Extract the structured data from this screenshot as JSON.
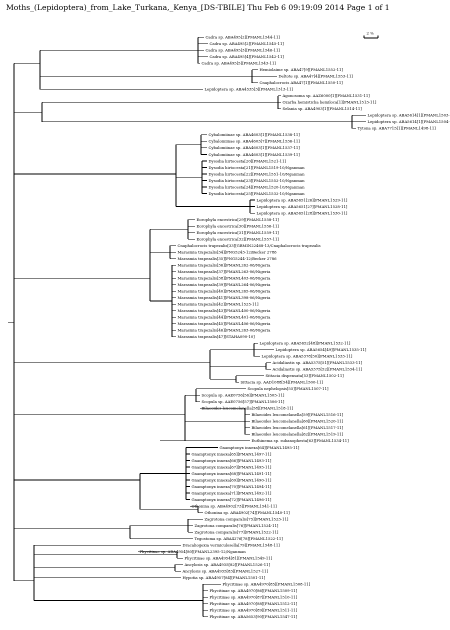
{
  "header": {
    "title": "Moths_(Lepidoptera)_from_Lake_Turkana,_Kenya_[DS-TBILE]  Thu Feb  6 09:19:09 2014  Page 1 of 1"
  },
  "scale_bar": {
    "label": "2 %"
  },
  "tips": [
    "Cadra sp. ABA495[2][PMANL1544-11]",
    "Cadra sp. ABA495[2][PMANL1545-11]",
    "Cadra sp. ABA495[3][PMANL1546-11]",
    "Cadra sp. ABA495[4][PMANL1542-11]",
    "Cadra sp. ABA495[5][PMANL1543-11]",
    "Hemiolaime sp. ABA47[9][PMANL1552-11]",
    "Deltote sp. ABA47[4][PMANL1553-11]",
    "Cnaphalocrocis ABA47[1][PMANL1550-11]",
    "Lepidoptera sp. ABA4535[3][PMANL1313-11]",
    "Agonosoma sp. AAZ6000[1][PMANL1531-11]",
    "Ozarba hemisticha hemiloca[1][PMANL1513-11]",
    "Selania sp. ABA4903[1][PMANL1514-11]",
    "Lepidoptera sp. ABA5614[1][PMANL1503-11]",
    "Lepidoptera sp. ABA5614[1][PMANL1504-11]",
    "Tytona sp. ABA7715[1][PMANL1498-11]",
    "Cybalomiinae sp. ABA4603[1][PMANL1538-11]",
    "Cybalomiinae sp. ABA4603[7][PMANL1536-11]",
    "Cybalomiinae sp. ABA4603[1][PMANL1537-11]",
    "Cybalomiinae sp. ABA4603[1][PMANL1539-11]",
    "Dysodia hirtocesta[20][PMANL1521-11]",
    "Dysodia hirtocesta[21][PMANL1519-10/Nganman",
    "Dysodia hirtocesta[22][PMANL1551-10/Nganman",
    "Dysodia hirtocesta[23][PMANL1552-10/Nganman",
    "Dysodia hirtocesta[24][PMANL1520-10/Nganman",
    "Dysodia hirtocesta[25][PMANL1532-10/Nganman",
    "Lepidoptera sp. ABA5651[26][PMANL1529-11]",
    "Lepidoptera sp. ABA5651[27][PMANL1528-11]",
    "Lepidoptera sp. ABA5651[28][PMANL1530-11]",
    "Eorophyla encestrica[29][PMANL1558-11]",
    "Eorophyla encestrica[30][PMANL1556-11]",
    "Eorophyla encestrica[31][PMANL1559-11]",
    "Eorophyla encestrica[32][PMANL1557-11]",
    "Cnaphalocrocis trapezalis[33][GBMIN22468-13/Cnaphalocrocis trapezalis",
    "Marasmia trapezalis[34][PNG5243-12/Becker 2786",
    "Marasmia trapezalis[35][PNG5244-12/Becker 2786",
    "Marasmia trapezalis[36][PMANL262-06/Nigeria",
    "Marasmia trapezalis[37][PMANL263-06/Nigeria",
    "Marasmia trapezalis[38][PMANL403-06/Nigeria",
    "Marasmia trapezalis[39][PMANL264-06/Nigeria",
    "Marasmia trapezalis[40][PMANL265-06/Nigeria",
    "Marasmia trapezalis[41][PMANL398-06/Nigeria",
    "Marasmia trapezalis[42][PMANL1525-11]",
    "Marasmia trapezalis[43][PMANL400-06/Nigeria",
    "Marasmia trapezalis[44][PMANL401-06/Nigeria",
    "Marasmia trapezalis[45][PMANL406-06/Nigeria",
    "Marasmia trapezalis[46][PMANL263-06/Nigeria",
    "Marasmia trapezalis[47][STAHA090-10]",
    "Lepidoptera sp. ABA5652[48][PMANL1532-11]",
    "Lepidoptera sp. ABA5654[49][PMANL1535-11]",
    "Lepidoptera sp. ABA5378[50][PMANL1533-11]",
    "Acidaliastis sp. ABA5375[51][PMANL1533-11]",
    "Acidaliastis sp. ABA5375[52][PMANL1534-11]",
    "Sittacia dispensata[53][PMANL1502-11]",
    "Sittacia sp. AAD1088[54][PMANL1500-11]",
    "Scopula nephelopsis[55][PMANL1507-11]",
    "Scopula sp. AAE0756[56][PMANL1505-11]",
    "Scopula sp. AAE0756[57][PMANL1506-11]",
    "Bilaeoides leucomelanella[58][PMANL1518-11]",
    "Bilaeoides leucomelanella[59][PMANL1516-11]",
    "Bilaeoides leucomelanella[60][PMANL1520-11]",
    "Bilaeoides leucomelanella[61][PMANL1517-11]",
    "Bilaeoides leucomelanella[62][PMANL1519-11]",
    "Euthinema sp. subanophesta[63][PMANL1534-11]",
    "Gnamptonyx innexa[64][PMANL1495-11]",
    "Gnamptonyx innexa[65][PMANL1497-11]",
    "Gnamptonyx innexa[66][PMANL1493-11]",
    "Gnamptonyx innexa[67][PMANL1495-11]",
    "Gnamptonyx innexa[68][PMANL1491-11]",
    "Gnamptonyx innexa[69][PMANL1490-11]",
    "Gnamptonyx innexa[70][PMANL1494-11]",
    "Gnamptonyx innexa[71][PMANL1492-11]",
    "Gnamptonyx innexa[72][PMANL1496-11]",
    "Othonina sp. ABA4902[73][PMANL1541-11]",
    "Othonina sp. ABA4902[74][PMANL1540-11]",
    "Zagrotona comparalis[75][PMANL1523-11]",
    "Zagrotona comparalis[76][PMANL1524-11]",
    "Zagrotona comparalis[77][PMANL1522-11]",
    "Tegostoma sp. ABA4276[78][PMANL1522-11]",
    "Dracaliogexia vermiculosella[79][PMANL1548-11]",
    "Phycitinae sp. ABA4954[80][PMANL2395-12/Nganman",
    "Phycitinae sp. ABA4954[81][PMANL1549-11]",
    "Ancylosis sp. ABA4935[82][PMANL1526-11]",
    "Ancylosis sp. ABA4935[83][PMANL1527-11]",
    "Hypotia sp. ABA4957[84][PMANL1501-11]",
    "Phycitinae sp. ABA4970[85][PMANL1508-11]",
    "Phycitinae sp. ABA4970[86][PMANL1509-11]",
    "Phycitinae sp. ABA4970[87][PMANL1510-11]",
    "Phycitinae sp. ABA4970[88][PMANL1512-11]",
    "Phycitinae sp. ABA4970[89][PMANL1511-11]",
    "Phycitinae sp. ABA5653[90][PMANL1547-11]"
  ]
}
